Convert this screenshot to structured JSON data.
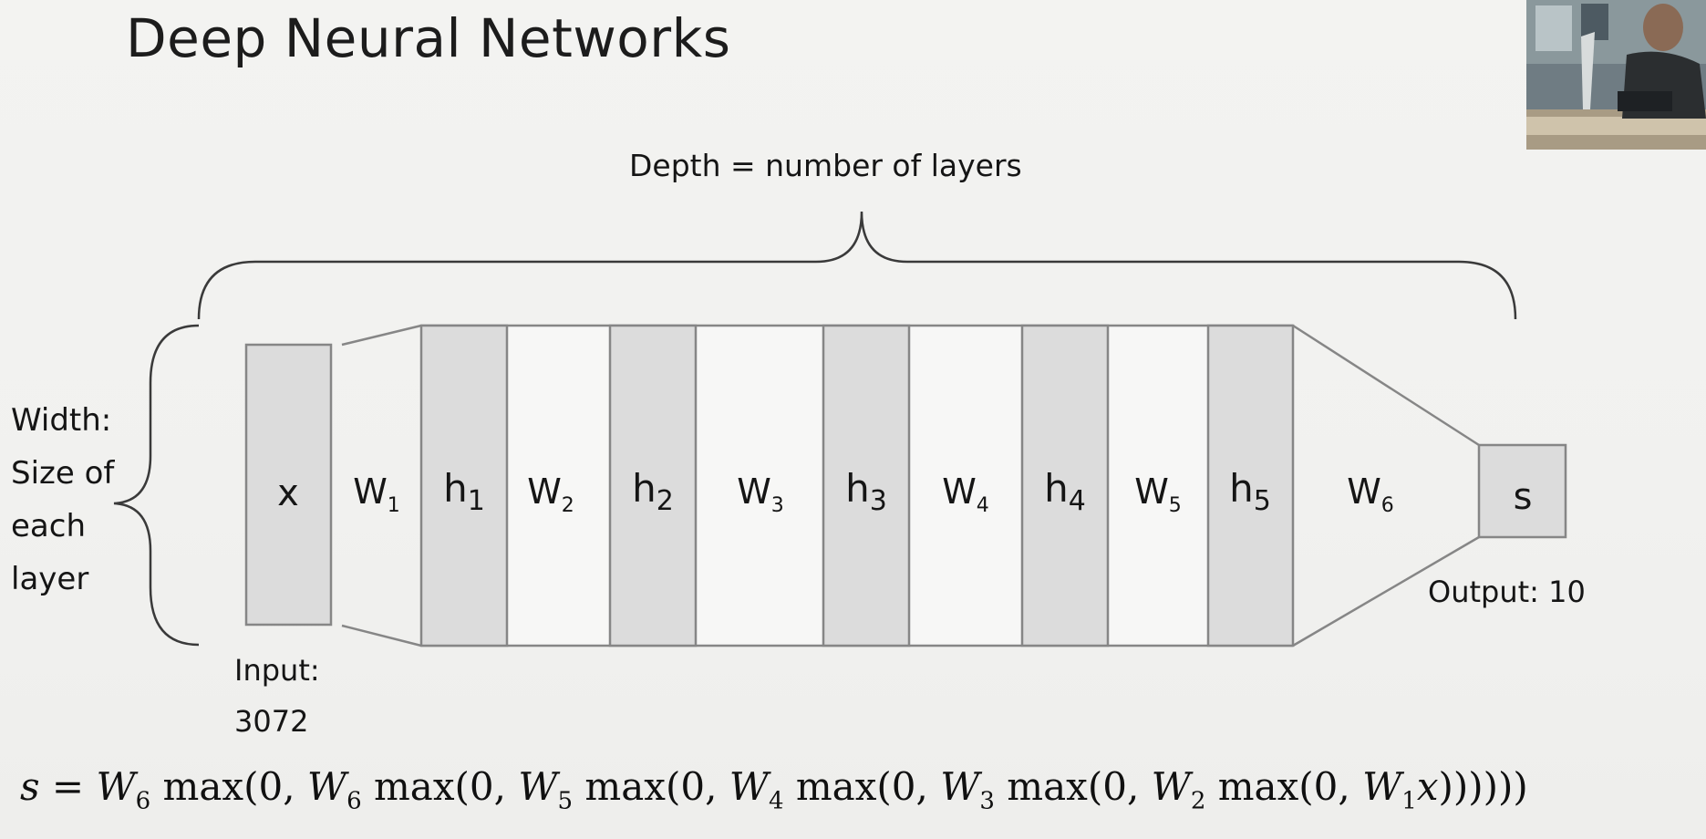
{
  "slide": {
    "title": "Deep Neural Networks",
    "depth_label": "Depth = number of layers",
    "width_label": [
      "Width:",
      "Size of",
      "each",
      "layer"
    ],
    "input_label": [
      "Input:",
      "3072"
    ],
    "output_label": "Output: 10"
  },
  "diagram": {
    "input_node": "x",
    "output_node": "s",
    "hidden_layers": [
      {
        "base": "h",
        "sub": "1"
      },
      {
        "base": "h",
        "sub": "2"
      },
      {
        "base": "h",
        "sub": "3"
      },
      {
        "base": "h",
        "sub": "4"
      },
      {
        "base": "h",
        "sub": "5"
      }
    ],
    "weights": [
      {
        "base": "W",
        "sub": "1"
      },
      {
        "base": "W",
        "sub": "2"
      },
      {
        "base": "W",
        "sub": "3"
      },
      {
        "base": "W",
        "sub": "4"
      },
      {
        "base": "W",
        "sub": "5"
      },
      {
        "base": "W",
        "sub": "6"
      }
    ]
  },
  "equation": {
    "lhs": "s",
    "terms": [
      {
        "w": "W",
        "sub": "6"
      },
      {
        "w": "W",
        "sub": "6"
      },
      {
        "w": "W",
        "sub": "5"
      },
      {
        "w": "W",
        "sub": "4"
      },
      {
        "w": "W",
        "sub": "3"
      },
      {
        "w": "W",
        "sub": "2"
      }
    ],
    "innermost": {
      "w": "W",
      "sub": "1",
      "arg": "x"
    },
    "closing": "))))))"
  },
  "colors": {
    "layer_fill": "#dcdcdc",
    "gap_fill": "#f7f7f6",
    "outline": "#868686",
    "background": "#f2f2f0"
  },
  "icons": {
    "webcam": "presenter-webcam-thumbnail"
  }
}
